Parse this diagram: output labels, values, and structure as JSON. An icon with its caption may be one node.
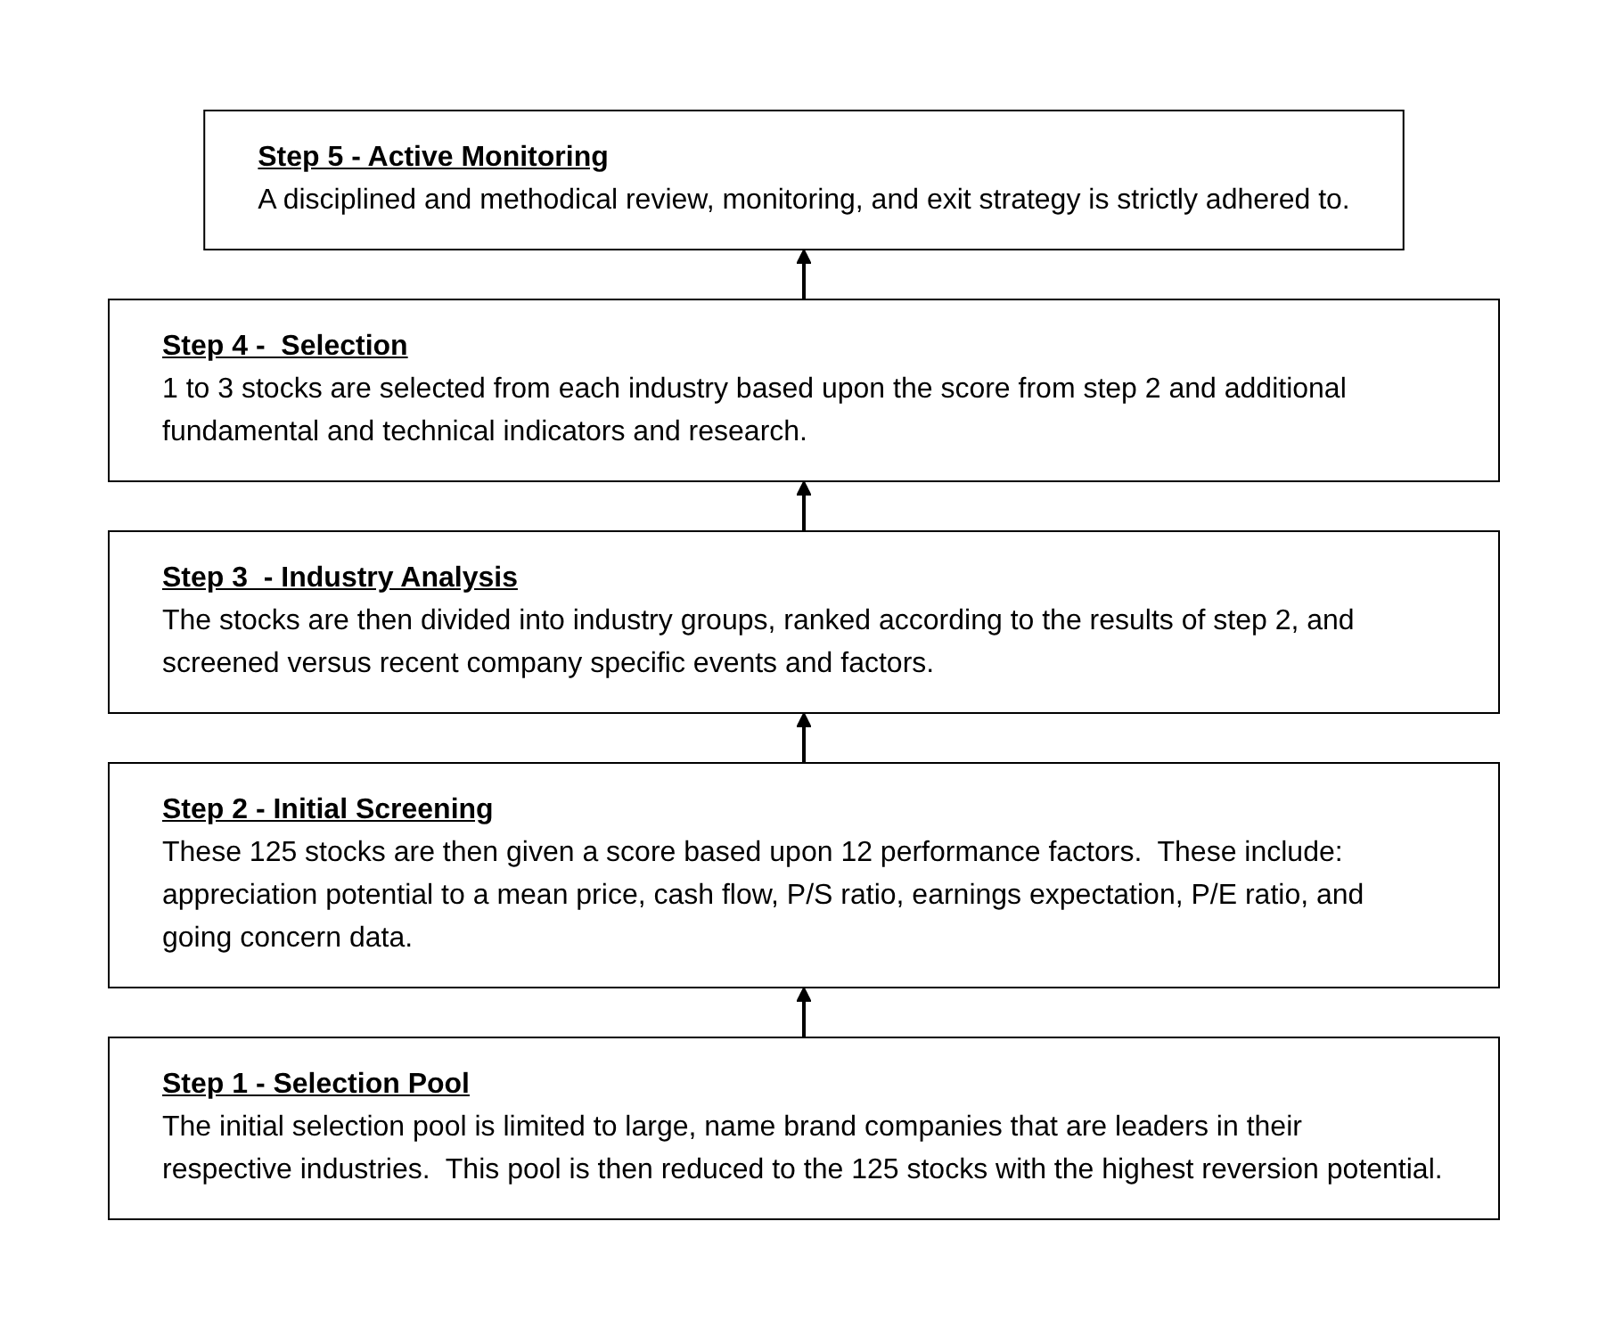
{
  "diagram": {
    "nodes": [
      {
        "text": [
          "Step 5 - Active Monitoring",
          "A disciplined and methodical review, monitoring, and exit strategy is strictly adhered to."
        ]
      },
      {
        "text": [
          "Step 4 -  Selection",
          "1 to 3 stocks are selected from each industry based upon the score from step 2 and additional fundamental and technical indicators and research."
        ]
      },
      {
        "text": [
          "Step 3  - Industry Analysis",
          "The stocks are then divided into industry groups, ranked according to the results of step 2, and screened versus recent company specific events and factors."
        ]
      },
      {
        "text": [
          "Step 2 - Initial Screening",
          "These 125 stocks are then given a score based upon 12 performance factors.  These include: appreciation potential to a mean price, cash flow, P/S ratio, earnings expectation, P/E ratio, and going concern data."
        ]
      },
      {
        "text": [
          "Step 1 - Selection Pool",
          "The initial selection pool is limited to large, name brand companies that are leaders in their respective industries.  This pool is then reduced to the 125 stocks with the highest reversion potential."
        ]
      }
    ],
    "edges": [
      {
        "from": 4,
        "to": 3,
        "arrow": "to"
      },
      {
        "from": 3,
        "to": 2,
        "arrow": "to"
      },
      {
        "from": 2,
        "to": 1,
        "arrow": "to"
      },
      {
        "from": 1,
        "to": 0,
        "arrow": "to"
      }
    ]
  }
}
